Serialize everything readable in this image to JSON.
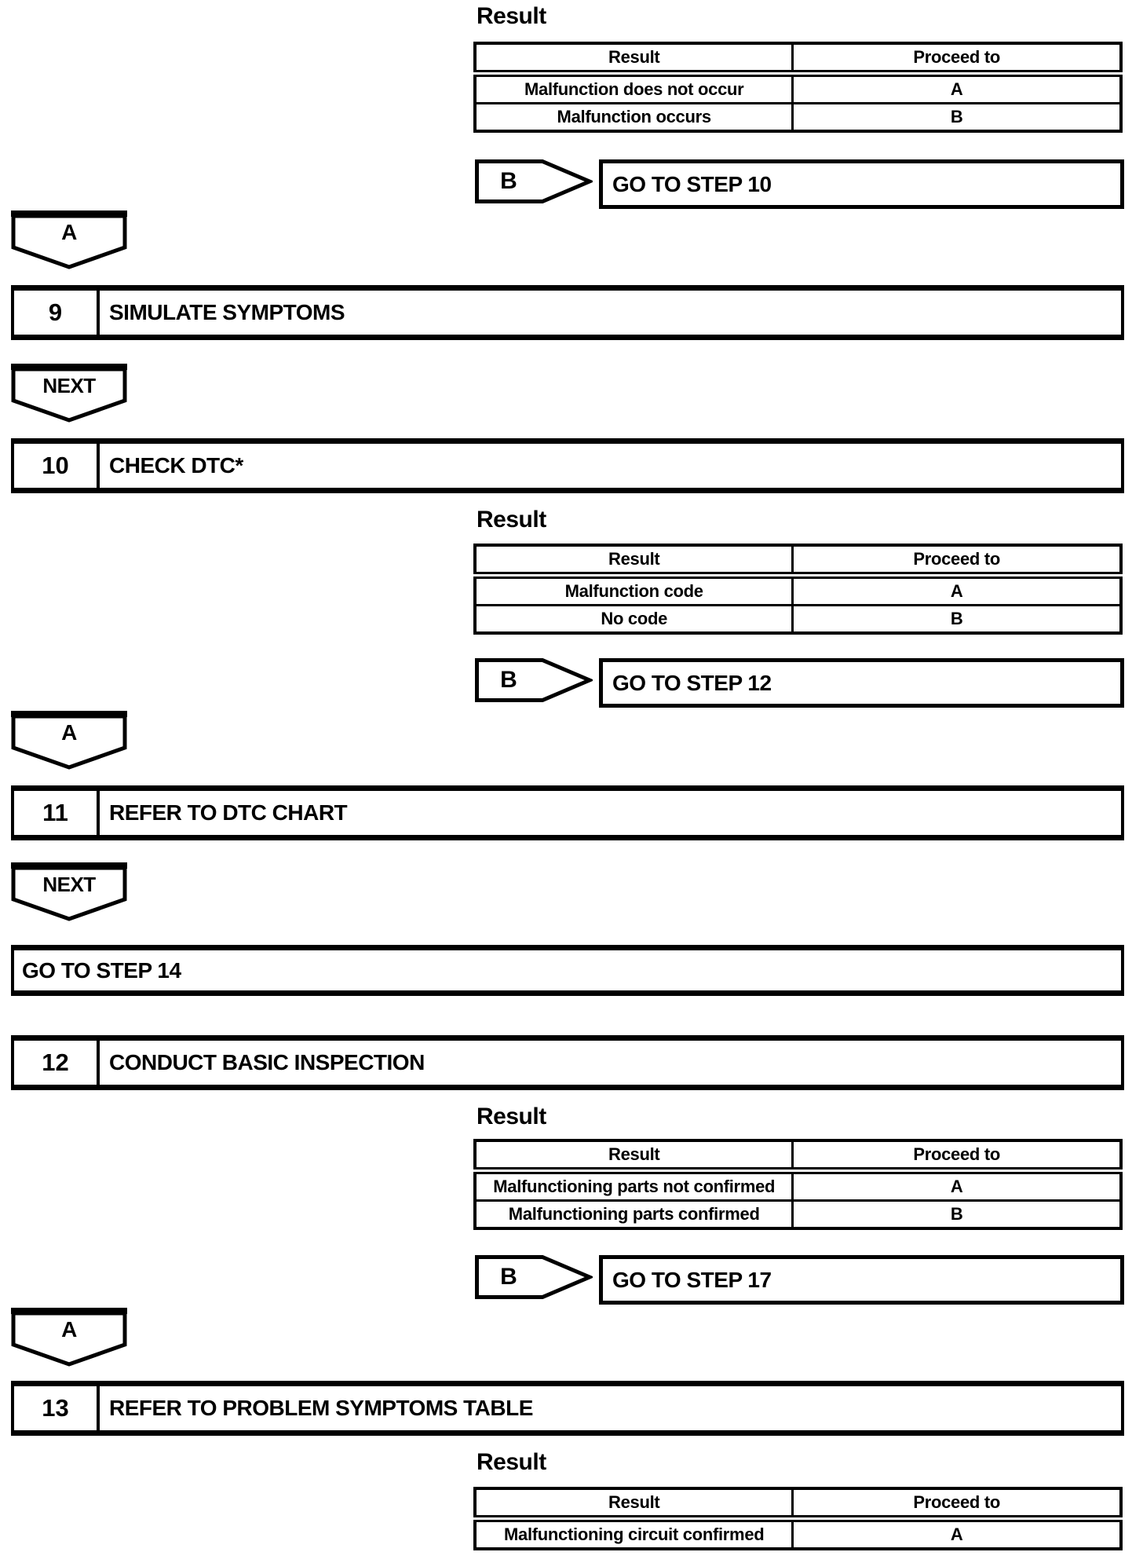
{
  "colors": {
    "ink": "#000000",
    "paper": "#ffffff"
  },
  "labels": {
    "result_heading": "Result",
    "a": "A",
    "b": "B",
    "next": "NEXT"
  },
  "goto": {
    "step10": "GO TO STEP 10",
    "step12": "GO TO STEP 12",
    "step14": "GO TO STEP 14",
    "step17": "GO TO STEP 17"
  },
  "steps": [
    {
      "num": "9",
      "label": "SIMULATE SYMPTOMS"
    },
    {
      "num": "10",
      "label": "CHECK DTC*"
    },
    {
      "num": "11",
      "label": "REFER TO DTC CHART"
    },
    {
      "num": "12",
      "label": "CONDUCT BASIC INSPECTION"
    },
    {
      "num": "13",
      "label": "REFER TO PROBLEM SYMPTOMS TABLE"
    }
  ],
  "tables": [
    {
      "headers": [
        "Result",
        "Proceed to"
      ],
      "rows": [
        [
          "Malfunction does not occur",
          "A"
        ],
        [
          "Malfunction occurs",
          "B"
        ]
      ]
    },
    {
      "headers": [
        "Result",
        "Proceed to"
      ],
      "rows": [
        [
          "Malfunction code",
          "A"
        ],
        [
          "No code",
          "B"
        ]
      ]
    },
    {
      "headers": [
        "Result",
        "Proceed to"
      ],
      "rows": [
        [
          "Malfunctioning parts not confirmed",
          "A"
        ],
        [
          "Malfunctioning parts confirmed",
          "B"
        ]
      ]
    },
    {
      "headers": [
        "Result",
        "Proceed to"
      ],
      "rows": [
        [
          "Malfunctioning circuit confirmed",
          "A"
        ]
      ]
    }
  ]
}
